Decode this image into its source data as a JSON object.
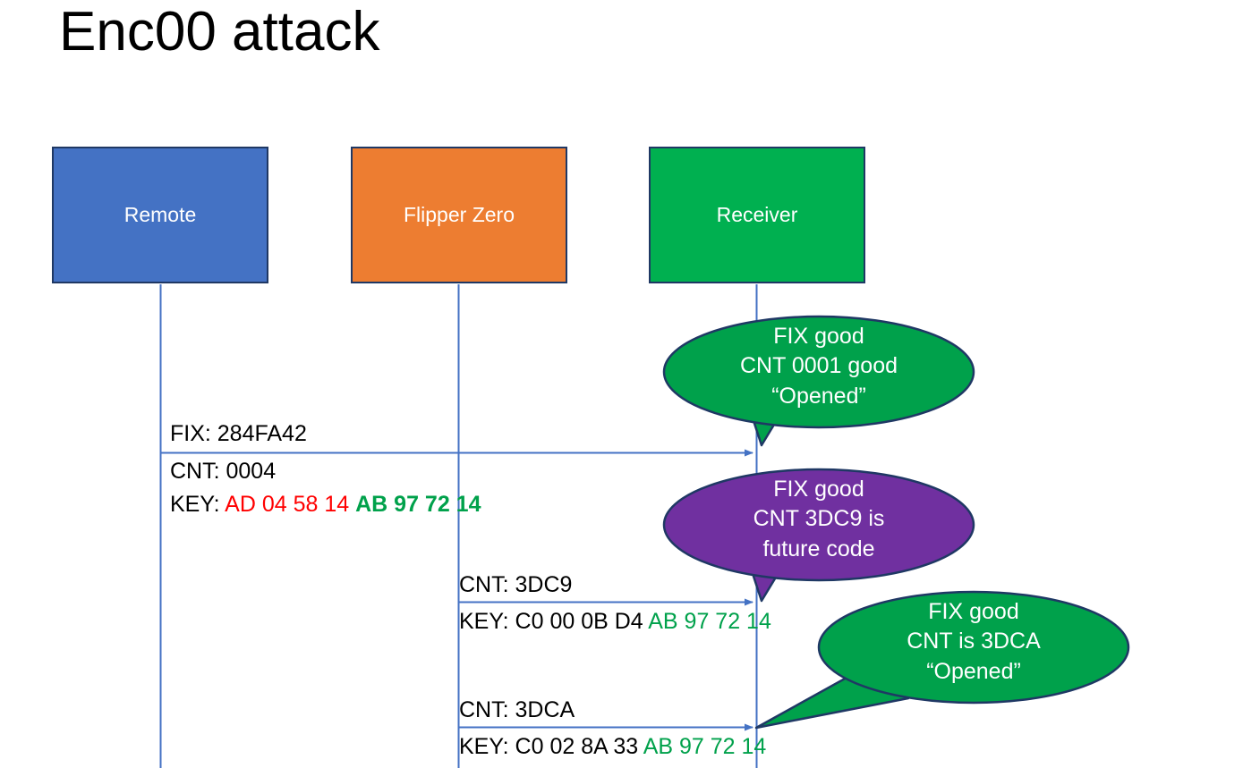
{
  "slide": {
    "title": "Enc00 attack",
    "background": "#FFFFFF"
  },
  "colors": {
    "remote_fill": "#4472C4",
    "flipper_fill": "#ED7D31",
    "receiver_fill": "#00B050",
    "box_border": "#1F3864",
    "lifeline": "#4472C4",
    "bubble_good": "#00A14B",
    "bubble_future": "#7030A0",
    "bubble_border": "#1F3864",
    "hex_red": "#FF0000",
    "hex_green": "#00A14B",
    "text_black": "#000000"
  },
  "actors": [
    {
      "id": "remote",
      "label": "Remote",
      "fill": "#4472C4"
    },
    {
      "id": "flipper",
      "label": "Flipper Zero",
      "fill": "#ED7D31"
    },
    {
      "id": "receiver",
      "label": "Receiver",
      "fill": "#00B050"
    }
  ],
  "messages": [
    {
      "id": "msg-1",
      "from": "remote",
      "to": "receiver",
      "lines": [
        {
          "id": "fix",
          "label": "FIX: 284FA42"
        }
      ]
    },
    {
      "id": "msg-1-detail",
      "lines": [
        {
          "id": "cnt",
          "label": "CNT: 0004"
        },
        {
          "id": "key",
          "prefix": "KEY: ",
          "segments": [
            {
              "text": "AD 04 58 14 ",
              "color": "red",
              "bold": false
            },
            {
              "text": "AB 97 72 14",
              "color": "green",
              "bold": true
            }
          ]
        }
      ]
    },
    {
      "id": "msg-2",
      "from": "flipper",
      "to": "receiver",
      "lines": [
        {
          "id": "cnt",
          "label": "CNT: 3DC9"
        },
        {
          "id": "key",
          "prefix": "KEY: C0 00 0B D4 ",
          "segments": [
            {
              "text": "AB 97 72 14",
              "color": "green",
              "bold": false
            }
          ]
        }
      ]
    },
    {
      "id": "msg-3",
      "from": "flipper",
      "to": "receiver",
      "lines": [
        {
          "id": "cnt",
          "label": "CNT: 3DCA"
        },
        {
          "id": "key",
          "prefix": "KEY: C0 02 8A 33 ",
          "segments": [
            {
              "text": "AB 97 72 14",
              "color": "green",
              "bold": false
            }
          ]
        }
      ]
    }
  ],
  "text_rows": {
    "fix_line": "FIX: 284FA42",
    "cnt_0004": "CNT: 0004",
    "key1_prefix": "KEY: ",
    "key1_red": "AD 04 58 14 ",
    "key1_green": "AB 97 72 14",
    "cnt_3dc9": "CNT: 3DC9",
    "key2_prefix": "KEY: C0 00 0B D4 ",
    "key2_green": "AB 97 72 14",
    "cnt_3dca": "CNT: 3DCA",
    "key3_prefix": "KEY: C0 02 8A 33 ",
    "key3_green": "AB 97 72 14"
  },
  "bubbles": [
    {
      "id": "bubble-1",
      "color": "#00A14B",
      "lines": [
        "FIX good",
        "CNT 0001 good",
        "“Opened”"
      ]
    },
    {
      "id": "bubble-2",
      "color": "#7030A0",
      "lines": [
        "FIX good",
        "CNT 3DC9 is",
        "future code"
      ]
    },
    {
      "id": "bubble-3",
      "color": "#00A14B",
      "lines": [
        "FIX good",
        "CNT is 3DCA",
        "“Opened”"
      ]
    }
  ]
}
